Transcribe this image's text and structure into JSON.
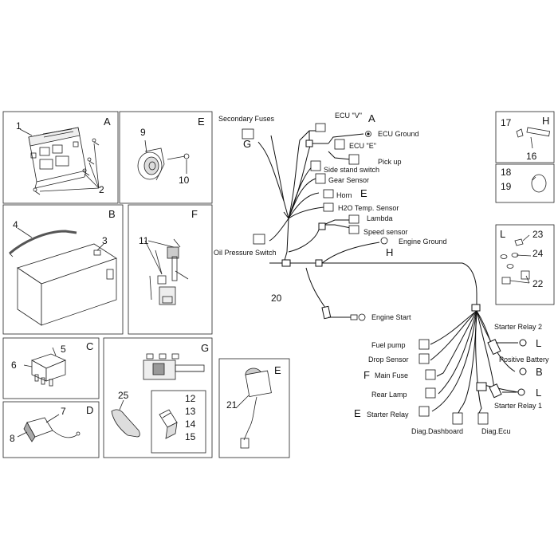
{
  "panels": [
    {
      "id": "A",
      "letter": "A",
      "numbers": [
        "1",
        "2"
      ]
    },
    {
      "id": "E1",
      "letter": "E",
      "numbers": [
        "9",
        "10"
      ]
    },
    {
      "id": "H",
      "letter": "H",
      "numbers": [
        "17",
        "16"
      ]
    },
    {
      "id": "H2",
      "letter": "",
      "numbers": [
        "18",
        "19"
      ]
    },
    {
      "id": "B",
      "letter": "B",
      "numbers": [
        "4",
        "3"
      ]
    },
    {
      "id": "F",
      "letter": "F",
      "numbers": [
        "11"
      ]
    },
    {
      "id": "L",
      "letter": "L",
      "numbers": [
        "23",
        "24",
        "22"
      ]
    },
    {
      "id": "C",
      "letter": "C",
      "numbers": [
        "5",
        "6"
      ]
    },
    {
      "id": "G",
      "letter": "G",
      "numbers": [
        "25",
        "12",
        "13",
        "14",
        "15"
      ]
    },
    {
      "id": "E2",
      "letter": "E",
      "numbers": [
        "21"
      ]
    },
    {
      "id": "D",
      "letter": "D",
      "numbers": [
        "7",
        "8"
      ]
    }
  ],
  "harness": {
    "labels": {
      "secondary_fuses": "Secondary Fuses",
      "secondary_fuses_letter": "G",
      "ecu_v": "ECU \"V\"",
      "ecu_v_letter": "A",
      "ecu_ground": "ECU Ground",
      "ecu_e": "ECU \"E\"",
      "pick_up": "Pick up",
      "side_stand_switch": "Side stand switch",
      "gear_sensor": "Gear Sensor",
      "horn": "Horn",
      "horn_letter": "E",
      "h2o_temp_sensor": "H2O Temp. Sensor",
      "lambda": "Lambda",
      "speed_sensor": "Speed sensor",
      "engine_ground": "Engine Ground",
      "engine_ground_letter": "H",
      "oil_pressure_switch": "Oil Pressure Switch",
      "harness_number": "20",
      "engine_start": "Engine Start",
      "fuel_pump": "Fuel pump",
      "drop_sensor": "Drop Sensor",
      "main_fuse_letter": "F",
      "main_fuse": "Main Fuse",
      "rear_lamp": "Rear Lamp",
      "starter_relay_letter": "E",
      "starter_relay": "Starter Relay",
      "diag_dashboard": "Diag.Dashboard",
      "diag_ecu": "Diag.Ecu",
      "starter_relay_2": "Starter Relay 2",
      "starter_relay_2_letter": "L",
      "positive_battery": "Positive Battery",
      "positive_battery_letter": "B",
      "lower_l_letter": "L",
      "starter_relay_1": "Starter Relay 1"
    }
  }
}
